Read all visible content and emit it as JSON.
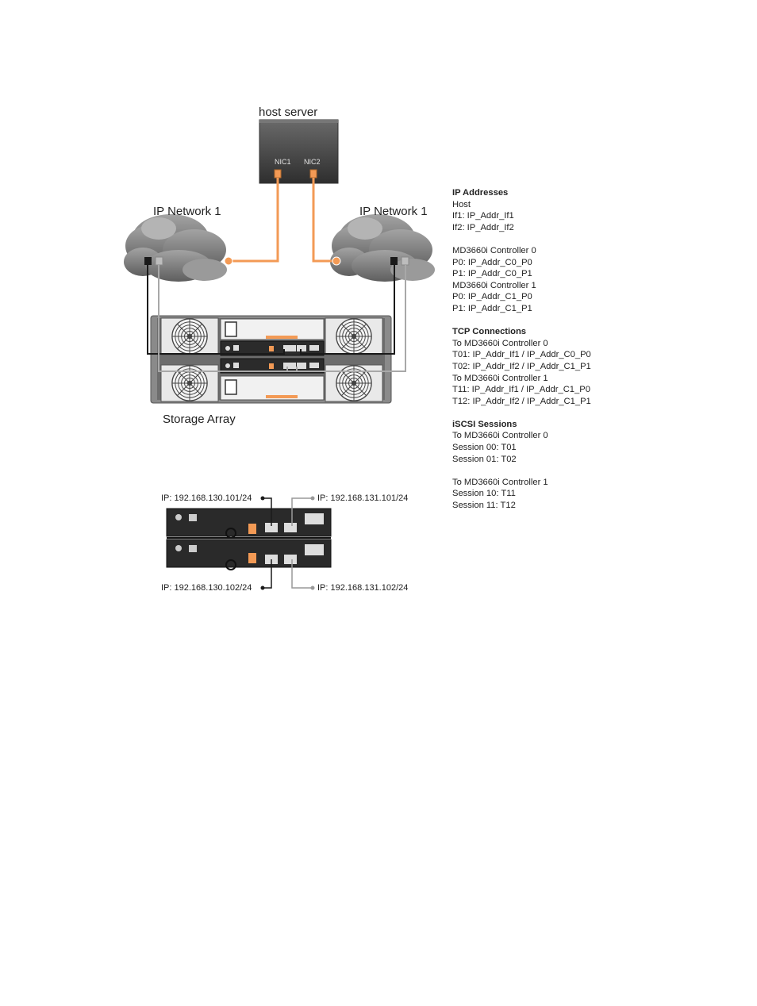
{
  "colors": {
    "cable_orange": "#f39a55",
    "cable_black": "#1a1a1a",
    "cable_gray": "#a8a8a8",
    "chassis": "#4a4a4a",
    "cloud": "#8f8f8f"
  },
  "host": {
    "title": "host server",
    "nic1": "NIC1",
    "nic2": "NIC2"
  },
  "network": {
    "left_label": "IP Network 1",
    "right_label": "IP Network 1"
  },
  "storage": {
    "label": "Storage Array"
  },
  "controller_ips": {
    "top_left": "IP: 192.168.130.101/24",
    "top_right": "IP: 192.168.131.101/24",
    "bottom_left": "IP: 192.168.130.102/24",
    "bottom_right": "IP: 192.168.131.102/24"
  },
  "legend": {
    "ip_addresses": {
      "heading": "IP Addresses",
      "host": "Host",
      "if1": "If1: IP_Addr_If1",
      "if2": "If2: IP_Addr_If2",
      "c0": "MD3660i Controller 0",
      "c0p0": "P0: IP_Addr_C0_P0",
      "c0p1": "P1: IP_Addr_C0_P1",
      "c1": "MD3660i Controller 1",
      "c1p0": "P0: IP_Addr_C1_P0",
      "c1p1": "P1: IP_Addr_C1_P1"
    },
    "tcp": {
      "heading": "TCP Connections",
      "to_c0": "To MD3660i Controller 0",
      "t01": "T01: IP_Addr_If1 / IP_Addr_C0_P0",
      "t02": "T02: IP_Addr_If2 / IP_Addr_C1_P1",
      "to_c1": "To MD3660i Controller 1",
      "t11": "T11: IP_Addr_If1 / IP_Addr_C1_P0",
      "t12": "T12: IP_Addr_If2 / IP_Addr_C1_P1"
    },
    "iscsi": {
      "heading": "iSCSI Sessions",
      "to_c0": "To MD3660i Controller 0",
      "s00": "Session 00: T01",
      "s01": "Session 01: T02",
      "to_c1": "To MD3660i Controller 1",
      "s10": "Session 10: T11",
      "s11": "Session 11: T12"
    }
  }
}
